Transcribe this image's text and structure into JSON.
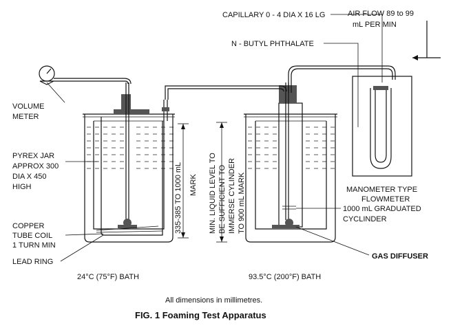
{
  "labels": {
    "capillary": "CAPILLARY 0 - 4 DIA X 16 LG",
    "air_flow_1": "AIR FLOW 89 to 99",
    "air_flow_2": "mL PER MIN",
    "butyl": "N - BUTYL PHTHALATE",
    "volume_meter_1": "VOLUME",
    "volume_meter_2": "METER",
    "pyrex_1": "PYREX JAR",
    "pyrex_2": "APPROX 300",
    "pyrex_3": "DIA X 450",
    "pyrex_4": "HIGH",
    "copper_1": "COPPER",
    "copper_2": "TUBE COIL",
    "copper_3": "1 TURN MIN",
    "lead_ring": "LEAD RING",
    "dim_1": "335-385 TO 1000 mL",
    "dim_2": "MARK",
    "min_level_1": "MIN. LIQUID LEVEL TO",
    "min_level_2": "BE SUFFICIENT TO",
    "min_level_3": "IMMERSE CYLINDER",
    "min_level_4": "TO 900 mL MARK",
    "manometer_1": "MANOMETER TYPE",
    "manometer_2": "FLOWMETER",
    "graduated_1": "1000 mL GRADUATED",
    "graduated_2": "CYCLINDER",
    "gas_diffuser": "GAS DIFFUSER",
    "bath_left": "24°C (75°F) BATH",
    "bath_right": "93.5°C (200°F) BATH"
  },
  "footnote": "All dimensions in millimetres.",
  "caption": "FIG. 1  Foaming Test Apparatus"
}
